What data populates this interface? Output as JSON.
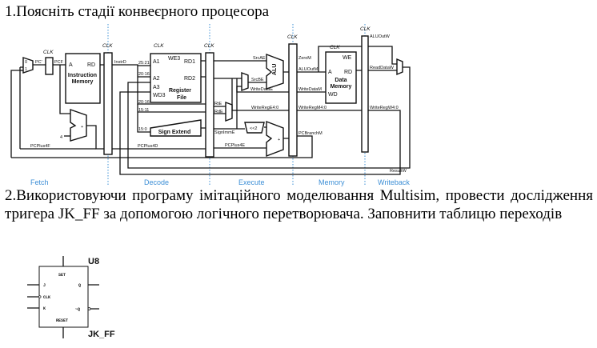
{
  "task1": {
    "title": "1.Поясніть стадії конвеєрного процесора"
  },
  "pipeline": {
    "stages": [
      "Fetch",
      "Decode",
      "Execute",
      "Memory",
      "Writeback"
    ],
    "clk": "CLK",
    "blocks": {
      "instr_mem": [
        "Instruction",
        "Memory"
      ],
      "reg_file": [
        "Register",
        "File"
      ],
      "data_mem": [
        "Data",
        "Memory"
      ],
      "sign_extend": "Sign Extend",
      "alu": "ALU",
      "shift": "<<2",
      "plus": "+"
    },
    "ports": {
      "A": "A",
      "RD": "RD",
      "A1": "A1",
      "A2": "A2",
      "A3": "A3",
      "WD3": "WD3",
      "WE3": "WE3",
      "RD1": "RD1",
      "RD2": "RD2",
      "WE": "WE",
      "WD": "WD",
      "zero": "0",
      "one": "1",
      "four": "4"
    },
    "signals": {
      "pc_prime": "PC'",
      "pcf": "PCF",
      "instrd": "InstrD",
      "b25_21": "25:21",
      "b20_16": "20:16",
      "b20_16b": "20:16",
      "b15_11": "15:11",
      "b15_0": "15:0",
      "pcplus4f": "PCPlus4F",
      "pcplus4d": "PCPlus4D",
      "pcplus4e": "PCPlus4E",
      "srcae": "SrcAE",
      "srcbe": "SrcBE",
      "writedatae": "WriteDataE",
      "rte": "RtE",
      "rde": "RdE",
      "writerege": "WriteRegE4:0",
      "signimme": "SignImmE",
      "zerom": "ZeroM",
      "aluoutm": "ALUOutM",
      "writedatam": "WriteDataM",
      "writeregm": "WriteRegM4:0",
      "pcbranchm": "PCBranchM",
      "aluoutw": "ALUOutW",
      "readdataw": "ReadDataW",
      "writeregw": "WriteRegW4:0",
      "resultw": "ResultW"
    }
  },
  "task2": {
    "text": "2.Використовуючи програму імітаційного моделювання Multisim, провести дослідження тригера JK_FF за допомогою логічного перетворювача. Заповнити таблицю переходів"
  },
  "jkff": {
    "ref": "U8",
    "name": "JK_FF",
    "set": "SET",
    "reset": "RESET",
    "j": "J",
    "clk": "CLK",
    "k": "K",
    "q": "Q",
    "qn": "~Q"
  }
}
